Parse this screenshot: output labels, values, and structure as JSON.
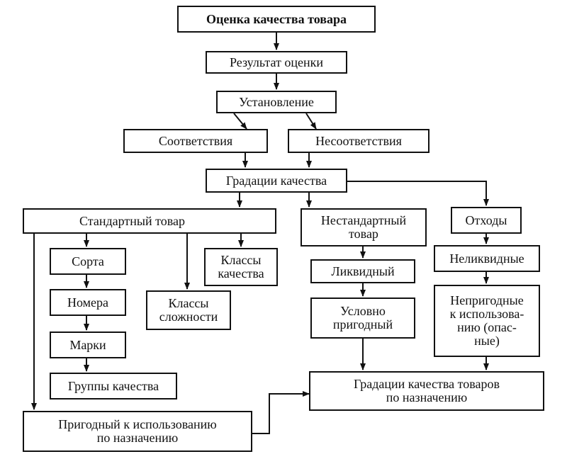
{
  "title": "Оценка качества товара",
  "nodes": {
    "result": "Результат оценки",
    "establishment": "Установление",
    "conformity": "Соответствия",
    "nonconformity": "Несоответствия",
    "quality_grades": "Градации качества",
    "standard": "Стандартный товар",
    "nonstandard": "Нестандартный\nтовар",
    "waste": "Отходы",
    "sorts": "Сорта",
    "numbers": "Номера",
    "brands": "Марки",
    "quality_groups": "Группы качества",
    "complexity_classes": "Классы\nсложности",
    "quality_classes": "Классы\nкачества",
    "liquid": "Ликвидный",
    "conditionally_fit": "Условно\nпригодный",
    "illiquid": "Неликвидные",
    "unfit": "Непригодные\nк использова-\nнию (опас-\nные)",
    "grades_by_purpose": "Градации качества товаров\nпо назначению",
    "fit_for_purpose": "Пригодный к использованию\nпо назначению"
  }
}
